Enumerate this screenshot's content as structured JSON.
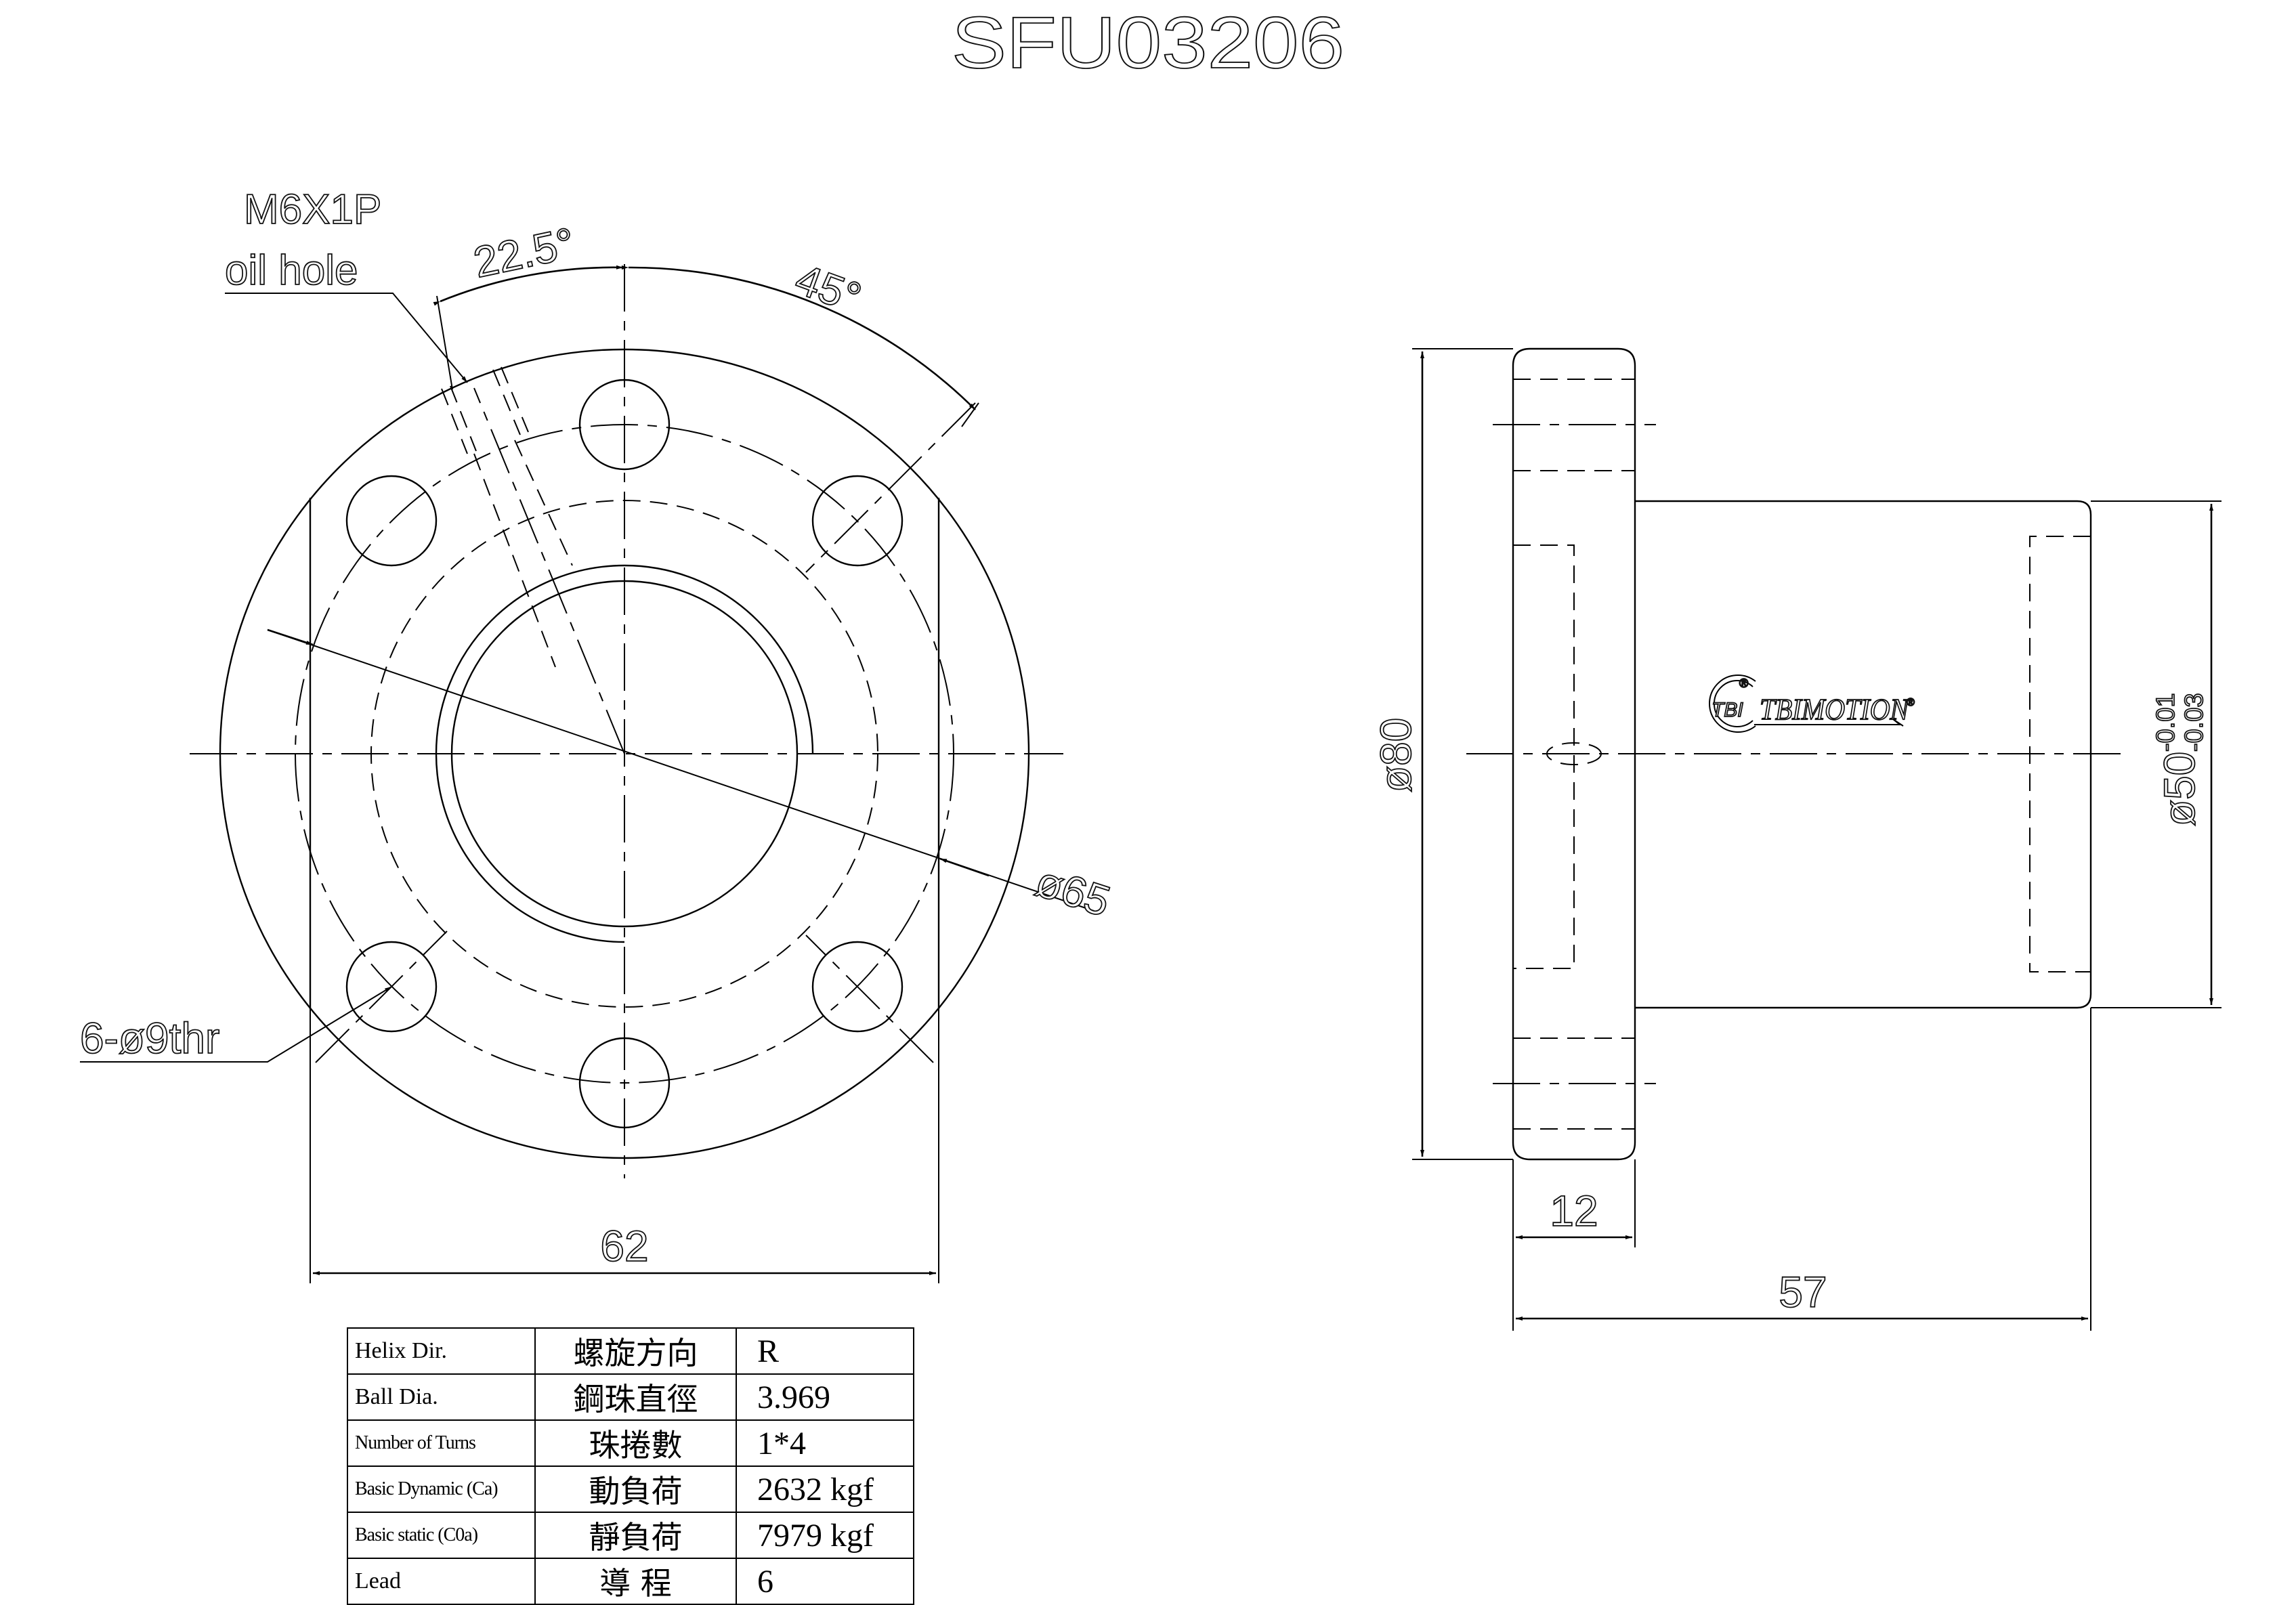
{
  "title": "SFU03206",
  "front_view": {
    "oil_hole_label_line1": "M6X1P",
    "oil_hole_label_line2": "oil hole",
    "angle_oil_hole": "22.5°",
    "angle_bolt_spacing": "45°",
    "bolt_circle_dia": "ø65",
    "bolt_holes": "6-ø9thr",
    "flat_width": "62"
  },
  "side_view": {
    "flange_dia": "ø80",
    "body_dia": "ø50",
    "body_dia_tol_upper": "-0.01",
    "body_dia_tol_lower": "-0.03",
    "flange_thickness": "12",
    "overall_length": "57",
    "logo_mark": "TBI",
    "logo_text": "TBIMOTION",
    "registered": "®"
  },
  "spec_table": {
    "rows": [
      {
        "en": "Helix  Dir.",
        "zh": "螺旋方向",
        "value": "R"
      },
      {
        "en": "Ball Dia.",
        "zh": "鋼珠直徑",
        "value": "3.969"
      },
      {
        "en": "Number of Turns",
        "zh": "珠捲數",
        "value": "1*4"
      },
      {
        "en": "Basic Dynamic (Ca)",
        "zh": "動負荷",
        "value": "2632  kgf"
      },
      {
        "en": "Basic static (C0a)",
        "zh": "靜負荷",
        "value": "7979  kgf"
      },
      {
        "en": "Lead",
        "zh": "導  程",
        "value": "6"
      }
    ]
  }
}
